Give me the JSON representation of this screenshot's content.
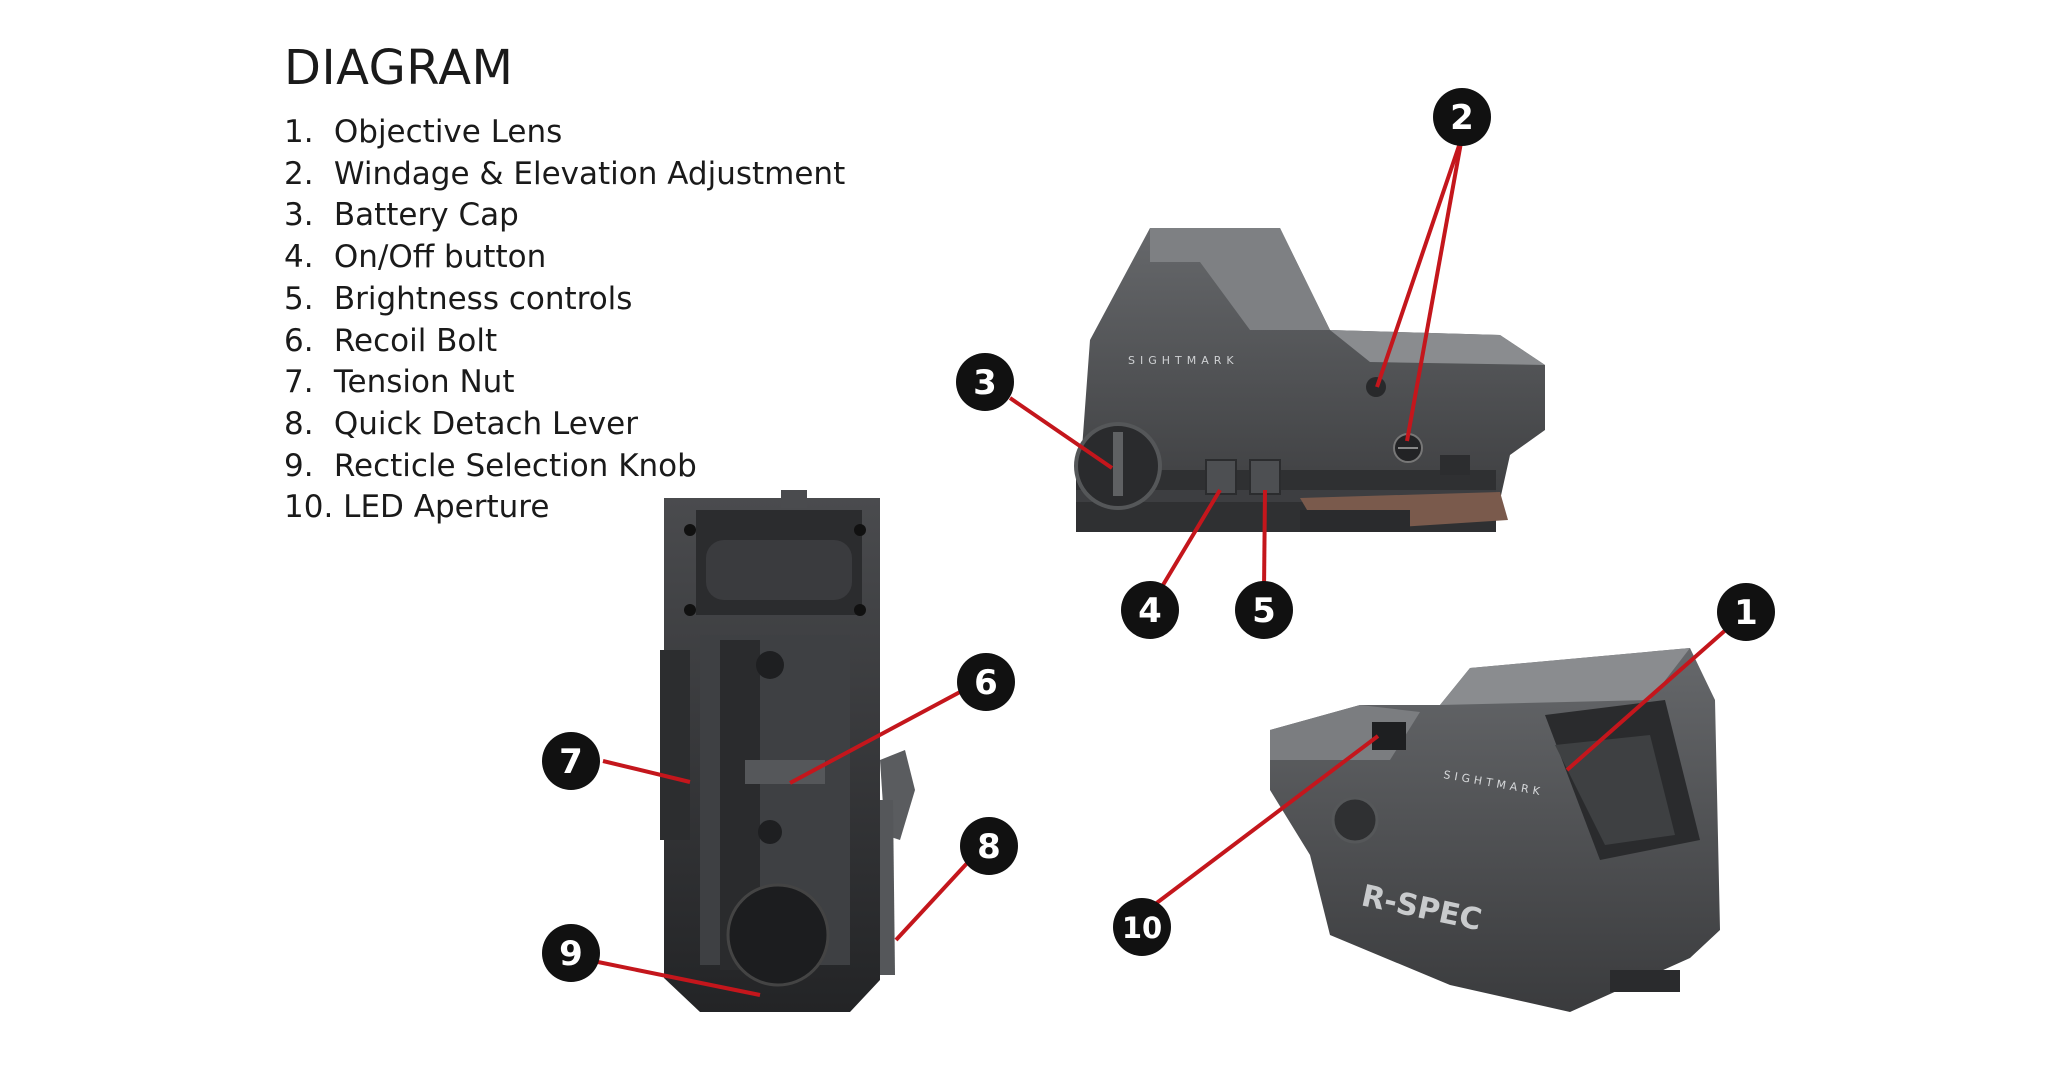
{
  "diagram": {
    "title": "DIAGRAM",
    "legend": [
      {
        "num": "1.",
        "label": "Objective Lens"
      },
      {
        "num": "2.",
        "label": "Windage & Elevation Adjustment"
      },
      {
        "num": "3.",
        "label": "Battery Cap"
      },
      {
        "num": "4.",
        "label": "On/Off button"
      },
      {
        "num": "5.",
        "label": "Brightness controls"
      },
      {
        "num": "6.",
        "label": "Recoil Bolt"
      },
      {
        "num": "7.",
        "label": "Tension Nut"
      },
      {
        "num": "8.",
        "label": "Quick Detach Lever"
      },
      {
        "num": "9.",
        "label": "Recticle Selection Knob"
      },
      {
        "num": "10.",
        "label": "LED Aperture"
      }
    ],
    "callouts": [
      "1",
      "2",
      "3",
      "4",
      "5",
      "6",
      "7",
      "8",
      "9",
      "10"
    ],
    "brand_mark": "SIGHTMARK",
    "model_mark": "R-SPEC",
    "colors": {
      "leader": "#c4161c",
      "badge": "#111111",
      "device_dark": "#3a3b3d",
      "device_mid": "#55575a",
      "device_light": "#76787b"
    }
  }
}
